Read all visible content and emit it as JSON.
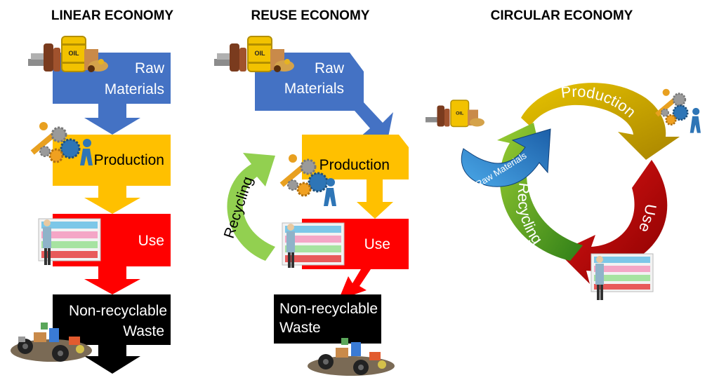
{
  "titles": {
    "linear": "LINEAR ECONOMY",
    "reuse": "REUSE ECONOMY",
    "circular": "CIRCULAR ECONOMY"
  },
  "linear": {
    "raw_line1": "Raw",
    "raw_line2": "Materials",
    "production": "Production",
    "use": "Use",
    "waste_line1": "Non-recyclable",
    "waste_line2": "Waste"
  },
  "reuse": {
    "raw_line1": "Raw",
    "raw_line2": "Materials",
    "production": "Production",
    "use": "Use",
    "waste_line1": "Non-recyclable",
    "waste_line2": "Waste",
    "recycling": "Recycling"
  },
  "circular": {
    "raw_materials": "Raw Materials",
    "production": "Production",
    "use": "Use",
    "recycling": "Recycling"
  },
  "icons": {
    "oil_barrel_label": "OIL",
    "oil_barrel_label_small": "OIL"
  },
  "colors": {
    "raw": "#4472c4",
    "production": "#ffc000",
    "use": "#ff0000",
    "waste": "#000000",
    "recycling": "#92d050",
    "circ_production": "#c9a400",
    "circ_use": "#c00000",
    "circ_recycling": "#3a9d23",
    "circ_raw": "#2e75b6"
  }
}
